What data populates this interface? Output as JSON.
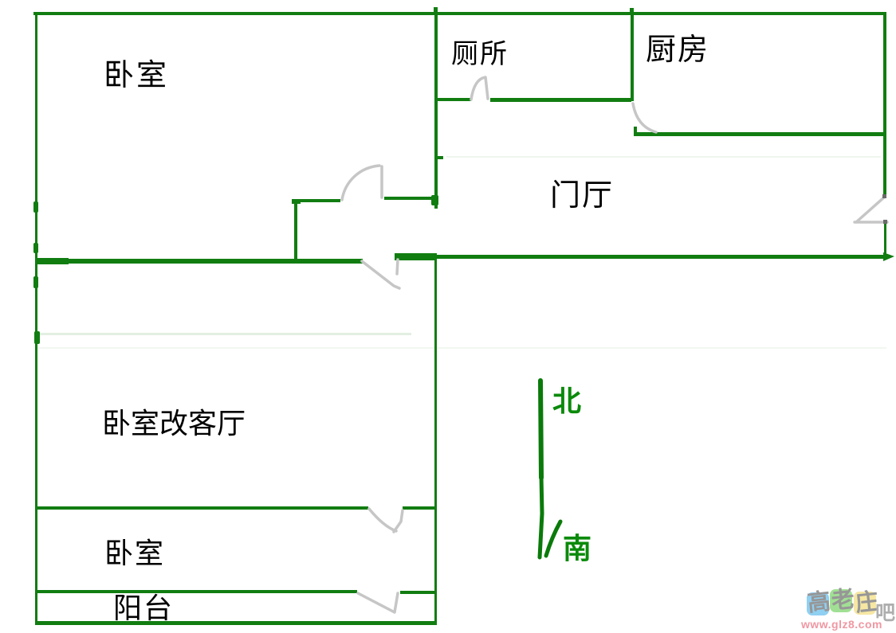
{
  "colors": {
    "wall": "#117d11",
    "door": "#c6c6c6",
    "label": "#000000",
    "compass_line": "#0a7a0a",
    "compass_text": "#0b8a0b",
    "url": "#ef8f9b"
  },
  "rooms": {
    "bedroom_top": "卧室",
    "toilet": "厕所",
    "kitchen": "厨房",
    "hall": "门厅",
    "living": "卧室改客厅",
    "bedroom_bottom": "卧室",
    "balcony": "阳台"
  },
  "compass": {
    "north": "北",
    "south": "南"
  },
  "watermark": {
    "chars": [
      "高",
      "老",
      "庄"
    ],
    "suffix": "吧",
    "url": "www.glz8.com",
    "tiles": [
      "#87cdf1",
      "#9ade8c",
      "#f6e69c"
    ]
  }
}
